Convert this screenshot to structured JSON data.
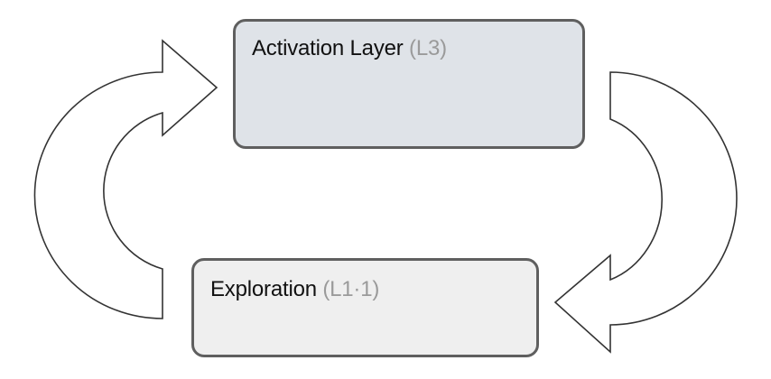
{
  "diagram": {
    "nodes": [
      {
        "id": "activation",
        "title": "Activation Layer",
        "level": "(L3)",
        "fill": "#dfe3e8"
      },
      {
        "id": "exploration",
        "title": "Exploration",
        "level": "(L1·1)",
        "fill": "#efefef"
      }
    ],
    "edges": [
      {
        "from": "activation",
        "to": "exploration",
        "style": "hollow-curved-arrow"
      },
      {
        "from": "exploration",
        "to": "activation",
        "style": "hollow-curved-arrow"
      }
    ],
    "colors": {
      "border": "#5f5f5f",
      "arrow_stroke": "#333333",
      "arrow_fill": "#ffffff",
      "level_text": "#9a9a9a"
    }
  }
}
